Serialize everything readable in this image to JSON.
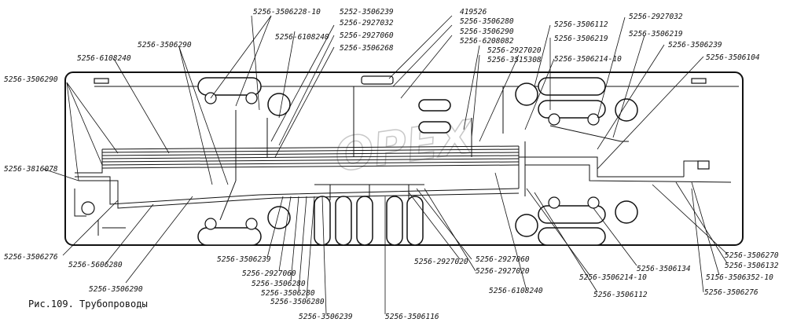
{
  "caption": "Рис.109. Трубопроводы",
  "watermark": "OPEX",
  "labels": [
    "5256-3506228-10",
    "5252-3506239",
    "5256-6108240",
    "5256-2927032",
    "5256-3506290",
    "5256-2927060",
    "5256-6108240",
    "5256-3506268",
    "5256-3506290",
    "419526",
    "5256-3506280",
    "5256-3506290",
    "5256-6208082",
    "5256-2927020",
    "5256-3515308",
    "5256-3506112",
    "5256-3506219",
    "5256-3506214-10",
    "5256-2927032",
    "5256-3506219",
    "5256-3506239",
    "5256-3506104",
    "5256-3816078",
    "5256-3506276",
    "5256-5606280",
    "5256-3506290",
    "5256-3506239",
    "5256-2927060",
    "5256-3506280",
    "5256-3506280",
    "5256-3506280",
    "5256-3506239",
    "5256-3506116",
    "5256-2927020",
    "5256-2927060",
    "5256-2927020",
    "5256-6108240",
    "5256-3506214-10",
    "5256-3506112",
    "5256-3506134",
    "5256-3506270",
    "5256-3506132",
    "5156-3506352-10",
    "5256-3506276"
  ]
}
